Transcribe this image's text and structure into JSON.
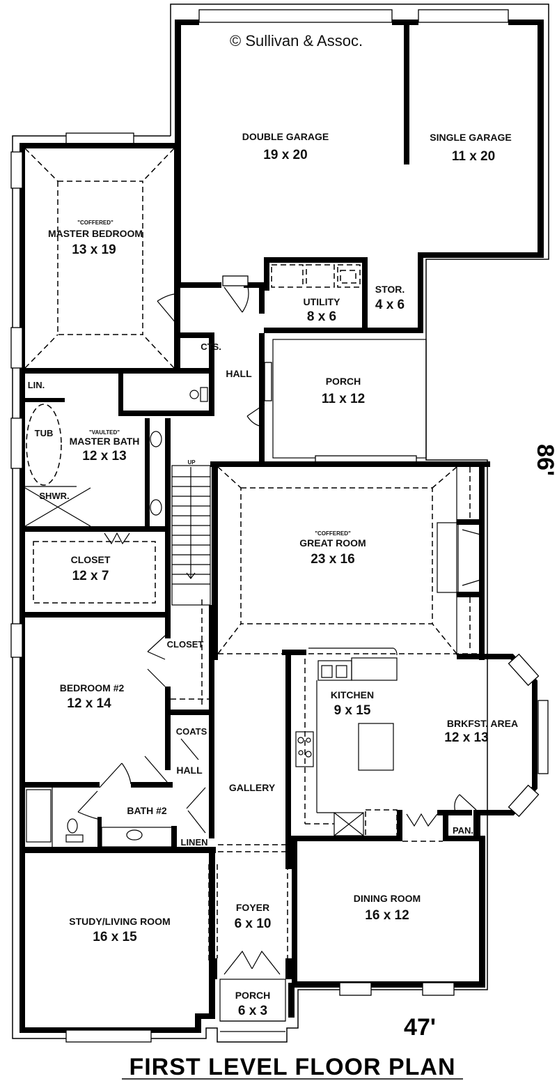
{
  "plan": {
    "title": "FIRST LEVEL FLOOR PLAN",
    "copyright": "© Sullivan & Assoc.",
    "width_dimension": "47'",
    "depth_dimension": "86'"
  },
  "rooms": {
    "double_garage": {
      "name": "DOUBLE GARAGE",
      "size": "19 x 20"
    },
    "single_garage": {
      "name": "SINGLE GARAGE",
      "size": "11 x 20"
    },
    "master_bedroom": {
      "note": "\"COFFERED\"",
      "name": "MASTER BEDROOM",
      "size": "13 x 19"
    },
    "utility": {
      "name": "UTILITY",
      "size": "8 x 6"
    },
    "storage": {
      "name": "STOR.",
      "size": "4 x 6"
    },
    "cts": {
      "name": "CTS."
    },
    "hall_upper": {
      "name": "HALL"
    },
    "rear_porch": {
      "name": "PORCH",
      "size": "11 x 12"
    },
    "linen_master": {
      "name": "LIN."
    },
    "tub": {
      "name": "TUB"
    },
    "shower": {
      "name": "SHWR."
    },
    "master_bath": {
      "note": "\"VAULTED\"",
      "name": "MASTER BATH",
      "size": "12 x 13"
    },
    "stairs": {
      "name": "UP"
    },
    "great_room": {
      "note": "\"COFFERED\"",
      "name": "GREAT ROOM",
      "size": "23 x 16"
    },
    "master_closet": {
      "name": "CLOSET",
      "size": "12 x 7"
    },
    "closet_bed2": {
      "name": "CLOSET"
    },
    "bedroom2": {
      "name": "BEDROOM #2",
      "size": "12 x 14"
    },
    "kitchen": {
      "name": "KITCHEN",
      "size": "9 x 15"
    },
    "breakfast": {
      "name": "BRKFST. AREA",
      "size": "12 x 13"
    },
    "coats": {
      "name": "COATS"
    },
    "hall_lower": {
      "name": "HALL"
    },
    "gallery": {
      "name": "GALLERY"
    },
    "bath2": {
      "name": "BATH #2"
    },
    "linen_hall": {
      "name": "LINEN"
    },
    "pantry": {
      "name": "PAN."
    },
    "study": {
      "name": "STUDY/LIVING ROOM",
      "size": "16 x 15"
    },
    "foyer": {
      "name": "FOYER",
      "size": "6 x 10"
    },
    "dining": {
      "name": "DINING ROOM",
      "size": "16 x 12"
    },
    "front_porch": {
      "name": "PORCH",
      "size": "6 x 3"
    }
  }
}
